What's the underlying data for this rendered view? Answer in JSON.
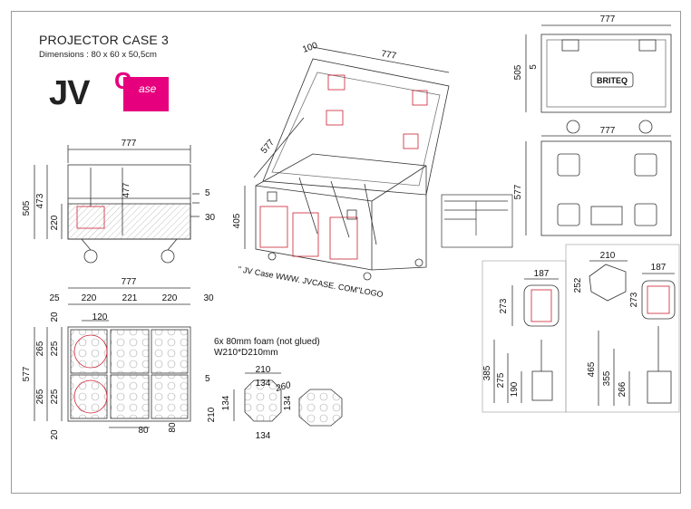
{
  "header": {
    "title": "PROJECTOR CASE 3",
    "dimensions": "Dimensions : 80 x 60 x 50,5cm"
  },
  "logo": {
    "jv": "JV",
    "c": "C",
    "ase": "ase"
  },
  "front_view": {
    "width": "777",
    "height_total": "505",
    "height_inner": "473",
    "inner": "477",
    "lid_gap": "5",
    "bottom": "220",
    "foam": "30"
  },
  "iso_view": {
    "depth_lid": "100",
    "width": "777",
    "depth": "577",
    "height": "405",
    "caption": "\" JV Case  WWW. JVCASE. COM\"LOGO"
  },
  "top_view": {
    "width": "777",
    "left_margin": "25",
    "col1": "220",
    "col2": "221",
    "col3": "220",
    "right_margin": "30",
    "top_margin": "20",
    "item_width": "120",
    "row1": "265",
    "row1_inner": "225",
    "total_depth": "577",
    "row2": "265",
    "row2_inner": "225",
    "bottom_margin": "20",
    "gap": "80",
    "right_bottom": "80",
    "side_gap": "5"
  },
  "foam_note": {
    "line1": "6x 80mm foam (not glued)",
    "line2": "W210*D210mm"
  },
  "foam_detail": {
    "w": "210",
    "inner_top": "134",
    "angle": "260",
    "h": "210",
    "inner_left": "134",
    "inner_right": "134",
    "inner_bottom": "134"
  },
  "right_front": {
    "width": "777",
    "height": "505",
    "gap": "5",
    "brand": "BRITEQ"
  },
  "right_back": {
    "width": "777",
    "depth": "577"
  },
  "fixture_1": {
    "w": "187",
    "h": "273",
    "h_total": "385",
    "h2": "275",
    "h3": "190"
  },
  "fixture_2": {
    "w_top": "210",
    "side": "252",
    "w": "187",
    "h": "273",
    "h_total": "465",
    "h2": "355",
    "h3": "266"
  }
}
